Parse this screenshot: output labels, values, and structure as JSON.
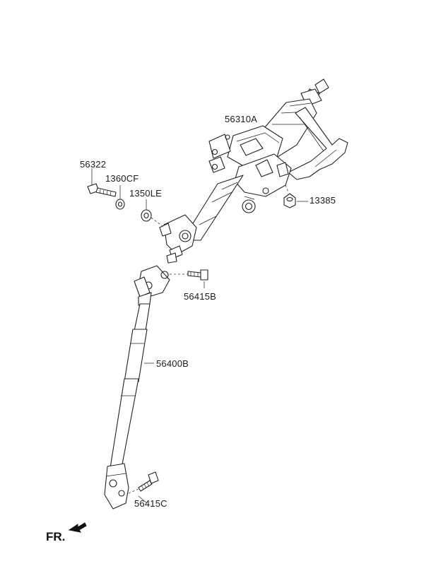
{
  "diagram": {
    "parts": [
      {
        "id": "steering_column_assembly",
        "number": "56310A",
        "icon": "steering-column"
      },
      {
        "id": "bolt",
        "number": "56322",
        "icon": "bolt"
      },
      {
        "id": "washer_1",
        "number": "1360CF",
        "icon": "washer"
      },
      {
        "id": "washer_2",
        "number": "1350LE",
        "icon": "washer"
      },
      {
        "id": "nut",
        "number": "13385",
        "icon": "nut"
      },
      {
        "id": "joint_bolt_upper",
        "number": "56415B",
        "icon": "bolt"
      },
      {
        "id": "intermediate_shaft",
        "number": "56400B",
        "icon": "shaft"
      },
      {
        "id": "joint_bolt_lower",
        "number": "56415C",
        "icon": "bolt"
      }
    ],
    "direction_label": "FR."
  }
}
